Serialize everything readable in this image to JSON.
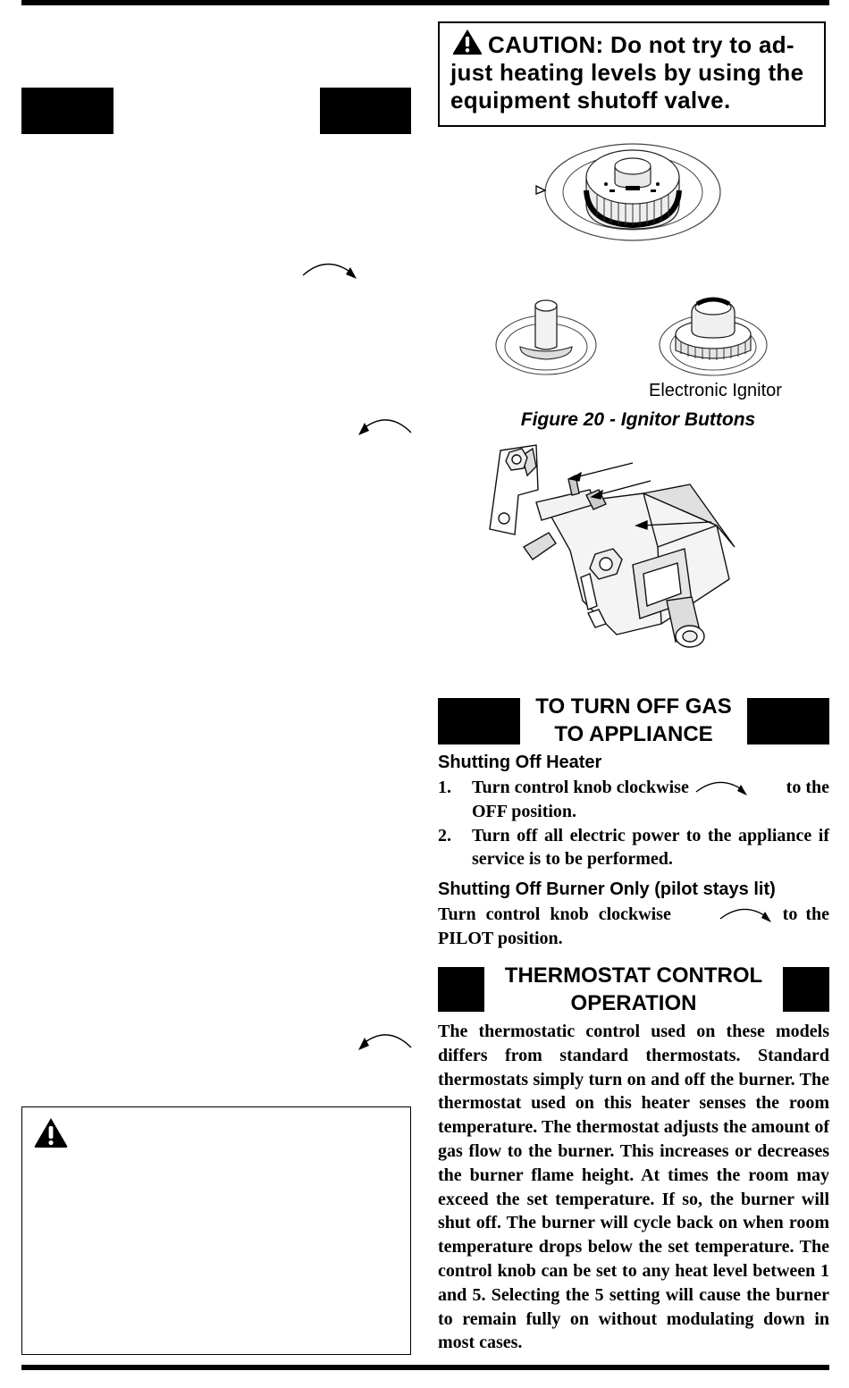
{
  "caution": {
    "label": "CAUTION: Do not try to ad-just heating levels by using the equipment shutoff valve.",
    "line1": "CAUTION: Do not try to ad-",
    "line2": "just heating levels by using the",
    "line3": "equipment shutoff valve."
  },
  "figure20": {
    "ignitor_label": "Electronic Ignitor",
    "caption": "Figure 20 - Ignitor Buttons"
  },
  "turn_off": {
    "heading_line1": "TO TURN OFF GAS",
    "heading_line2": "TO APPLIANCE",
    "subhead": "Shutting Off Heater",
    "steps": [
      {
        "num": "1.",
        "text_a": "Turn control knob clockwise",
        "text_b": "to the",
        "text_c": "OFF position."
      },
      {
        "num": "2.",
        "text": "Turn off all electric power to the appliance if service is to be performed."
      }
    ],
    "burner_subhead": "Shutting Off Burner Only (pilot stays lit)",
    "burner_text_a": "Turn control knob clockwise",
    "burner_text_b": "to the",
    "burner_text_c": "PILOT position."
  },
  "thermostat": {
    "heading_line1": "THERMOSTAT CONTROL",
    "heading_line2": "OPERATION",
    "body": "The thermostatic control used on these models differs from standard thermostats. Standard thermostats simply turn on and off the burner. The thermostat used on this heater senses the room temperature. The thermostat adjusts the amount of gas flow to the burner. This increases or decreases the burner flame height. At times the room may exceed the set temperature. If so, the burner will shut off. The burner will cycle back on when room temperature drops below the set temperature. The control knob can be set to any heat level between 1 and 5. Selecting the 5 setting will cause the burner to remain fully on without modulating down in most cases."
  },
  "icons": {
    "warning": "warning-triangle-icon",
    "clockwise": "clockwise-arrow-icon",
    "counterclockwise": "counterclockwise-arrow-icon"
  }
}
